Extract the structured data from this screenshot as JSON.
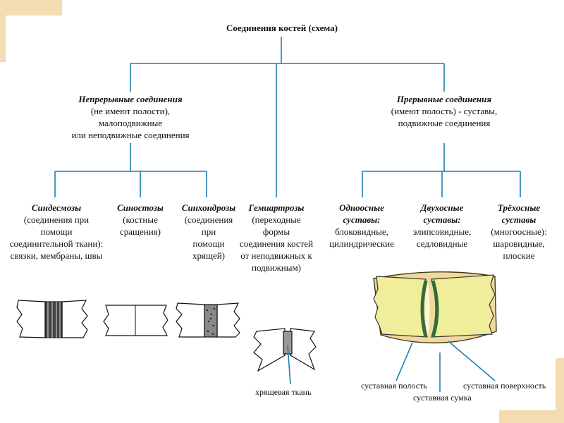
{
  "title": "Соединения костей (схема)",
  "continuous": {
    "head": "Непрерывные соединения",
    "desc": "(не имеют полости), малоподвижные\nили неподвижные соединения"
  },
  "discontinuous": {
    "head": "Прерывные соединения",
    "desc": "(имеют полость) - суставы,\nподвижные соединения"
  },
  "syndesmoses": {
    "head": "Синдесмозы",
    "desc": "(соединения при помощи\nсоединительной ткани):\nсвязки, мембраны, швы"
  },
  "synostoses": {
    "head": "Синостозы",
    "desc": "(костные сращения)"
  },
  "synchondroses": {
    "head": "Синхондрозы",
    "desc": "(соединения при\nпомощи хрящей)"
  },
  "hemiarthroses": {
    "head": "Гемиартрозы",
    "desc": "(переходные формы\nсоединения костей\nот неподвижных к\nподвижным)"
  },
  "uniaxial": {
    "head": "Одноосные суставы:",
    "desc": "блоковидные,\nцилиндрические"
  },
  "biaxial": {
    "head": "Двухосные суставы:",
    "desc": "элипсовидные,\nседловидные"
  },
  "triaxial": {
    "head": "Трёхосные суставы",
    "desc": "(многоосные):\nшаровидные,\nплоские"
  },
  "labels": {
    "cartilage": "хрящевая ткань",
    "joint_cavity": "суставная полость",
    "joint_capsule": "суставная сумка",
    "joint_surface": "суставная поверхность"
  },
  "colors": {
    "line": "#1f7fb0",
    "bone": "#f0ee9a",
    "capsule": "#f1d89c",
    "cartilage": "#2f6e3a"
  }
}
